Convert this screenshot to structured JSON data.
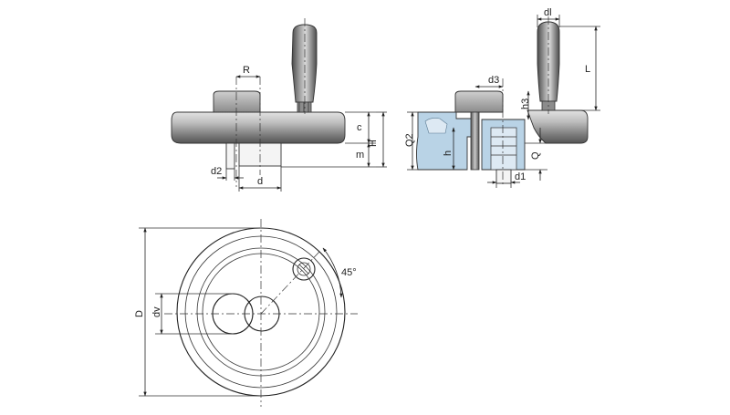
{
  "colors": {
    "line": "#222222",
    "shade_dark": "#5f5f5f",
    "shade_mid": "#9a9a9a",
    "shade_light": "#d4d4d4",
    "section_blue": "#b9d3e6",
    "section_blue_light": "#dde9f3"
  },
  "side_view": {
    "labels": {
      "R": "R",
      "c": "c",
      "H": "H",
      "m": "m",
      "d2": "d2",
      "d": "d"
    }
  },
  "section_view": {
    "labels": {
      "dl": "dl",
      "L": "L",
      "d3": "d3",
      "h3": "h3",
      "Q2": "Q2",
      "h": "h",
      "Q": "Q",
      "d1": "d1"
    }
  },
  "top_view": {
    "labels": {
      "D": "D",
      "dv": "dv",
      "angle": "45°"
    }
  }
}
